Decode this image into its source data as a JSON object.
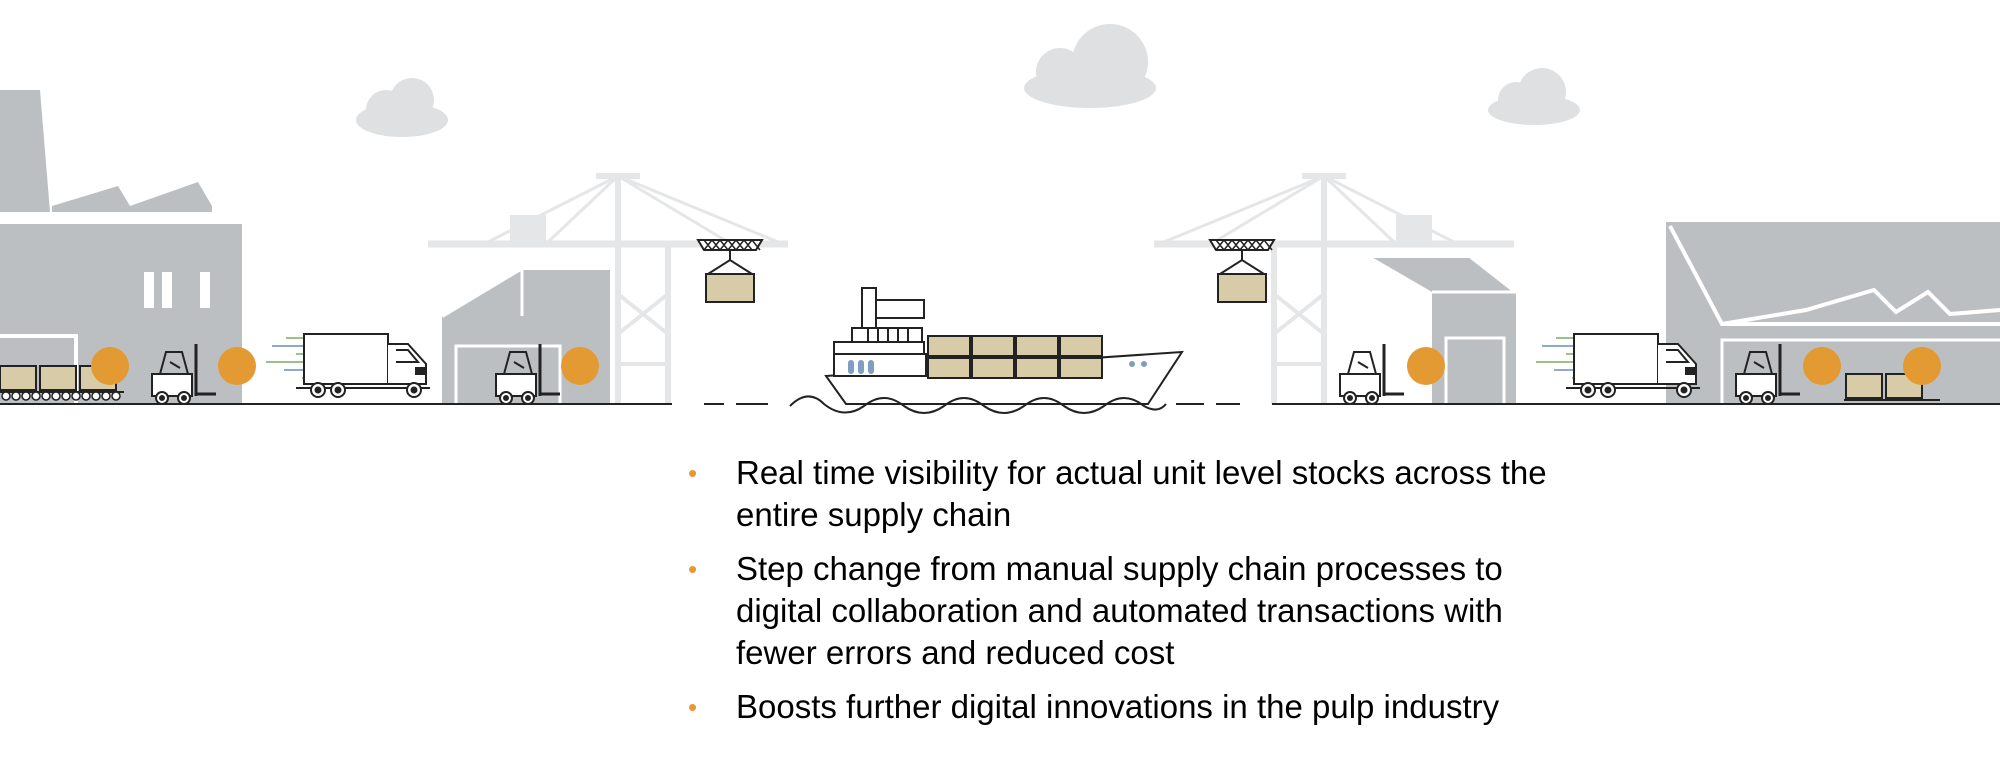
{
  "colors": {
    "accent": "#E39A32",
    "cargo": "#D8CCA8",
    "building_gray": "#BCBFC1",
    "cloud_gray": "#DEE0E1",
    "crane_gray": "#E4E6E7",
    "line": "#222222",
    "window_blue": "#7F9FC2",
    "speed_green": "#9DC08B",
    "speed_blue": "#8EA9C9"
  },
  "icons": [
    "factory-icon",
    "cloud-icon",
    "crane-icon",
    "warehouse-icon",
    "forklift-icon",
    "truck-icon",
    "container-ship-icon",
    "conveyor-icon",
    "cargo-box-icon",
    "tracking-point-icon"
  ],
  "bullets": [
    {
      "marker": "•",
      "text": "Real time visibility for actual unit level stocks across the entire supply chain"
    },
    {
      "marker": "•",
      "text": "Step change from manual supply chain processes to digital collaboration and automated transactions with fewer errors and reduced cost"
    },
    {
      "marker": "•",
      "text": "Boosts further digital innovations in the pulp industry"
    }
  ]
}
